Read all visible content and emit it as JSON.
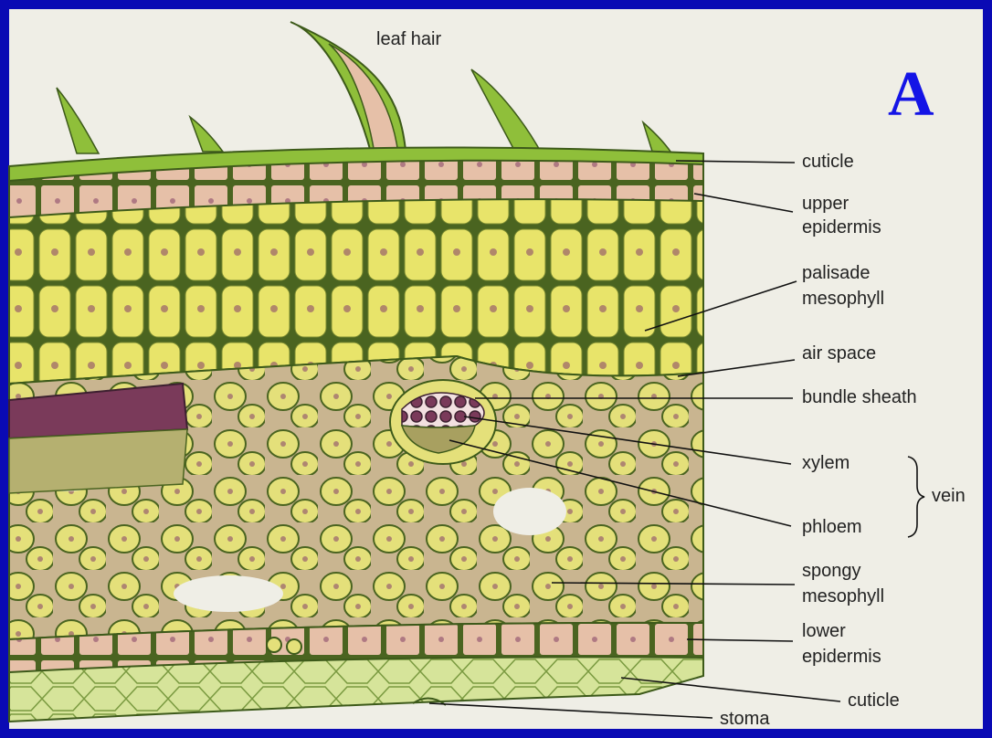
{
  "diagram": {
    "corner_letter": "A",
    "labels": {
      "leaf_hair": "leaf hair",
      "cuticle_top": "cuticle",
      "upper_epidermis_1": "upper",
      "upper_epidermis_2": "epidermis",
      "palisade_1": "palisade",
      "palisade_2": "mesophyll",
      "air_space": "air space",
      "bundle_sheath": "bundle sheath",
      "xylem": "xylem",
      "phloem": "phloem",
      "vein": "vein",
      "spongy_1": "spongy",
      "spongy_2": "mesophyll",
      "lower_epidermis_1": "lower",
      "lower_epidermis_2": "epidermis",
      "cuticle_bottom": "cuticle",
      "stoma": "stoma"
    }
  },
  "colors": {
    "frame_border": "#0a0ab4",
    "letter": "#1414e6",
    "palisade": "#e8e46a",
    "epidermis": "#e6c0a8",
    "cell_wall": "#3d5a1a",
    "vein_purple": "#8a4a6a"
  }
}
